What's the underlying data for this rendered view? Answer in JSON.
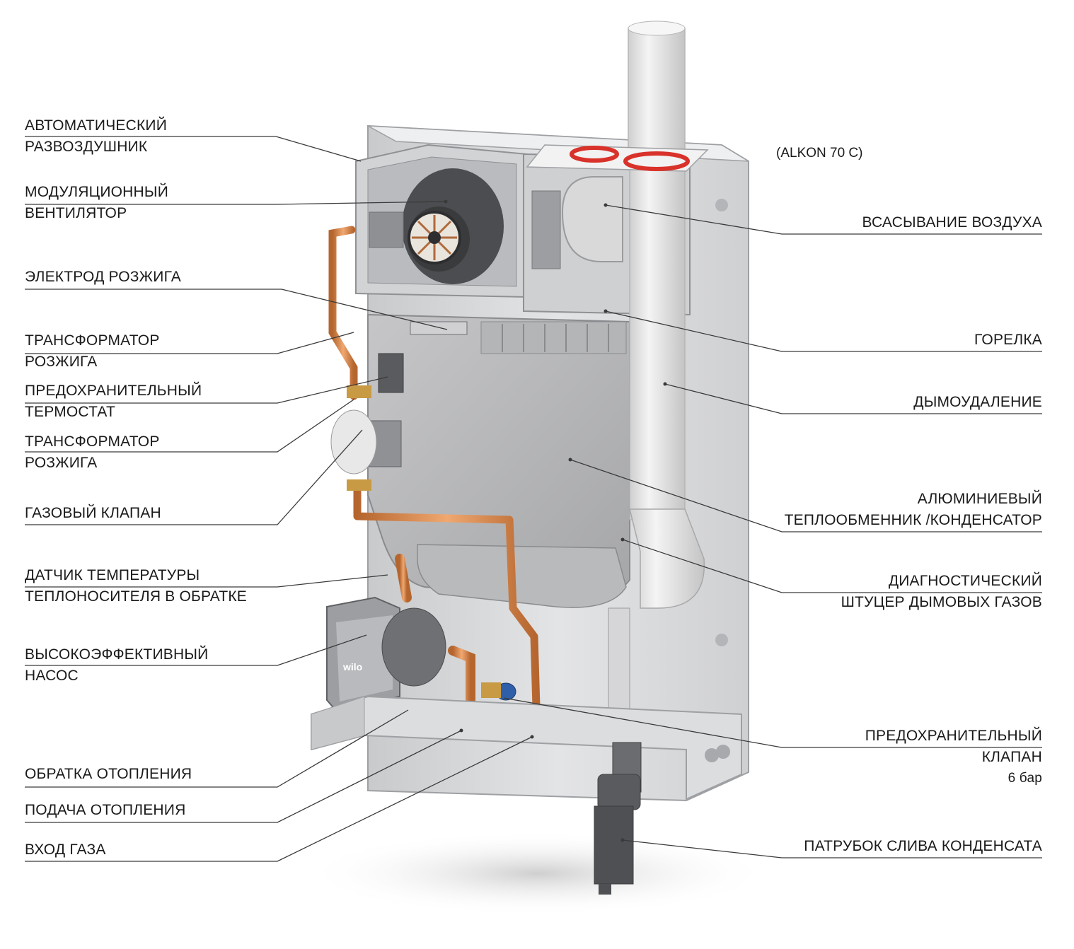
{
  "model": "(ALKON 70 C)",
  "labels_left": [
    {
      "id": "auto-air-vent",
      "lines": [
        "АВТОМАТИЧЕСКИЙ",
        "РАЗВОЗДУШНИК"
      ]
    },
    {
      "id": "modulating-fan",
      "lines": [
        "МОДУЛЯЦИОННЫЙ",
        "ВЕНТИЛЯТОР"
      ]
    },
    {
      "id": "ignition-electrode",
      "lines": [
        "ЭЛЕКТРОД РОЗЖИГА"
      ]
    },
    {
      "id": "ignition-transformer-1",
      "lines": [
        "ТРАНСФОРМАТОР",
        "РОЗЖИГА"
      ]
    },
    {
      "id": "safety-thermostat",
      "lines": [
        "ПРЕДОХРАНИТЕЛЬНЫЙ",
        "ТЕРМОСТАТ"
      ]
    },
    {
      "id": "ignition-transformer-2",
      "lines": [
        "ТРАНСФОРМАТОР",
        "РОЗЖИГА"
      ]
    },
    {
      "id": "gas-valve",
      "lines": [
        "ГАЗОВЫЙ КЛАПАН"
      ]
    },
    {
      "id": "return-temp-sensor",
      "lines": [
        "ДАТЧИК ТЕМПЕРАТУРЫ",
        "ТЕПЛОНОСИТЕЛЯ В ОБРАТКЕ"
      ]
    },
    {
      "id": "high-efficiency-pump",
      "lines": [
        "ВЫСОКОЭФФЕКТИВНЫЙ",
        "НАСОС"
      ]
    },
    {
      "id": "heating-return",
      "lines": [
        "ОБРАТКА ОТОПЛЕНИЯ"
      ]
    },
    {
      "id": "heating-supply",
      "lines": [
        "ПОДАЧА ОТОПЛЕНИЯ"
      ]
    },
    {
      "id": "gas-inlet",
      "lines": [
        "ВХОД ГАЗА"
      ]
    }
  ],
  "labels_right": [
    {
      "id": "air-intake",
      "lines": [
        "ВСАСЫВАНИЕ ВОЗДУХА"
      ]
    },
    {
      "id": "burner",
      "lines": [
        "ГОРЕЛКА"
      ]
    },
    {
      "id": "flue-outlet",
      "lines": [
        "ДЫМОУДАЛЕНИЕ"
      ]
    },
    {
      "id": "heat-exchanger",
      "lines": [
        "АЛЮМИНИЕВЫЙ",
        "ТЕПЛООБМЕННИК /КОНДЕНСАТОР"
      ]
    },
    {
      "id": "flue-test-point",
      "lines": [
        "ДИАГНОСТИЧЕСКИЙ",
        "ШТУЦЕР ДЫМОВЫХ ГАЗОВ"
      ]
    },
    {
      "id": "safety-valve",
      "lines": [
        "ПРЕДОХРАНИТЕЛЬНЫЙ",
        "КЛАПАН",
        "6 бар"
      ]
    },
    {
      "id": "condensate-drain",
      "lines": [
        "ПАТРУБОК СЛИВА КОНДЕНСАТА"
      ]
    }
  ],
  "pump_brand": "wilo",
  "colors": {
    "text": "#1a1a1a",
    "leader": "#3a3a3a",
    "panel": "#d9dadc",
    "panel_dark": "#a9abae",
    "exchanger": "#b8b8ba",
    "flue": "#e4e4e4",
    "copper": "#d68a4e",
    "gasket": "#d8322a",
    "drain": "#5a5a5a"
  }
}
